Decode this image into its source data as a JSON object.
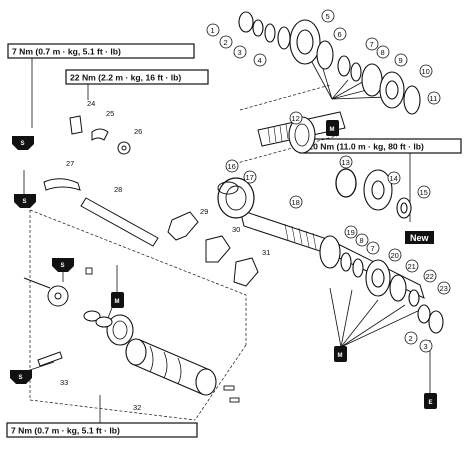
{
  "torque_specs": {
    "top_left_primary": "7 Nm (0.7 m · kg, 5.1 ft · lb)",
    "top_left_secondary": "22 Nm (2.2 m · kg, 16 ft · lb)",
    "right": "110 Nm (11.0 m · kg, 80 ft · lb)",
    "bottom": "7 Nm (0.7 m · kg, 5.1 ft · lb)"
  },
  "new_badge": "New",
  "symbols": {
    "lock_label": "S",
    "moly_label": "M",
    "engine_oil_label": "E"
  },
  "callouts": {
    "c1": "1",
    "c2": "2",
    "c3": "3",
    "c4": "4",
    "c5": "5",
    "c6": "6",
    "c7": "7",
    "c8": "8",
    "c9": "9",
    "c10": "10",
    "c11": "11",
    "c12": "12",
    "c13": "13",
    "c14": "14",
    "c15": "15",
    "c16": "16",
    "c17": "17",
    "c18": "18",
    "c19": "19",
    "c20": "20",
    "c21": "21",
    "c22": "22",
    "c23": "23",
    "c24": "24",
    "c25": "25",
    "c26": "26",
    "c27": "27",
    "c28": "28",
    "c29": "29",
    "c30": "30",
    "c31": "31",
    "c32": "32",
    "c33": "33",
    "c2b": "2",
    "c3b": "3",
    "c8b": "8",
    "c7b": "7"
  }
}
